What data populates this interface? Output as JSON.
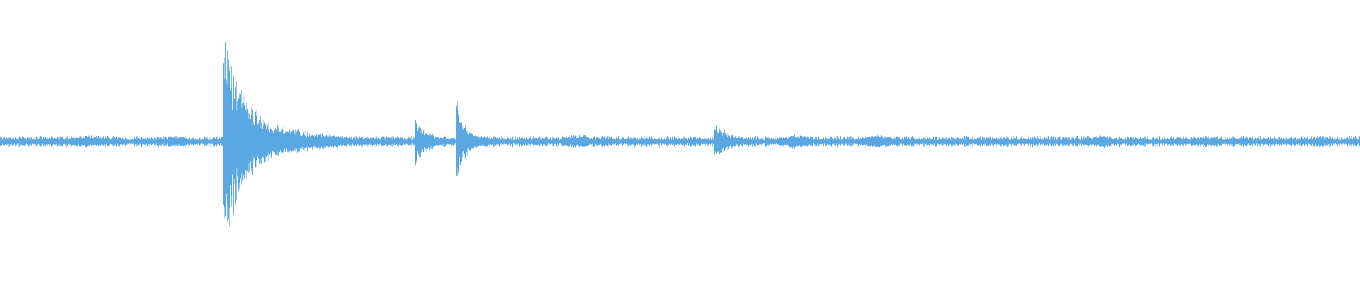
{
  "waveform": {
    "color": "#5ba7e2",
    "background": "#ffffff",
    "sample_count": 1920,
    "baseline_amplitude": 0.035,
    "events": [
      {
        "name": "transient-1",
        "start": 0.164,
        "peak": 0.82,
        "decay": 0.012,
        "tail": 0.05
      },
      {
        "name": "transient-2",
        "start": 0.305,
        "peak": 0.17,
        "decay": 0.008,
        "tail": 0.028
      },
      {
        "name": "transient-3",
        "start": 0.335,
        "peak": 0.3,
        "decay": 0.006,
        "tail": 0.024
      },
      {
        "name": "transient-4",
        "start": 0.525,
        "peak": 0.14,
        "decay": 0.01,
        "tail": 0.025
      }
    ],
    "bursts": [
      {
        "center": 0.236,
        "width": 0.012,
        "amp": 0.075
      },
      {
        "center": 0.066,
        "width": 0.018,
        "amp": 0.05
      },
      {
        "center": 0.13,
        "width": 0.01,
        "amp": 0.045
      },
      {
        "center": 0.425,
        "width": 0.015,
        "amp": 0.06
      },
      {
        "center": 0.585,
        "width": 0.012,
        "amp": 0.06
      },
      {
        "center": 0.645,
        "width": 0.015,
        "amp": 0.055
      },
      {
        "center": 0.81,
        "width": 0.008,
        "amp": 0.06
      },
      {
        "center": 0.885,
        "width": 0.01,
        "amp": 0.05
      }
    ]
  }
}
